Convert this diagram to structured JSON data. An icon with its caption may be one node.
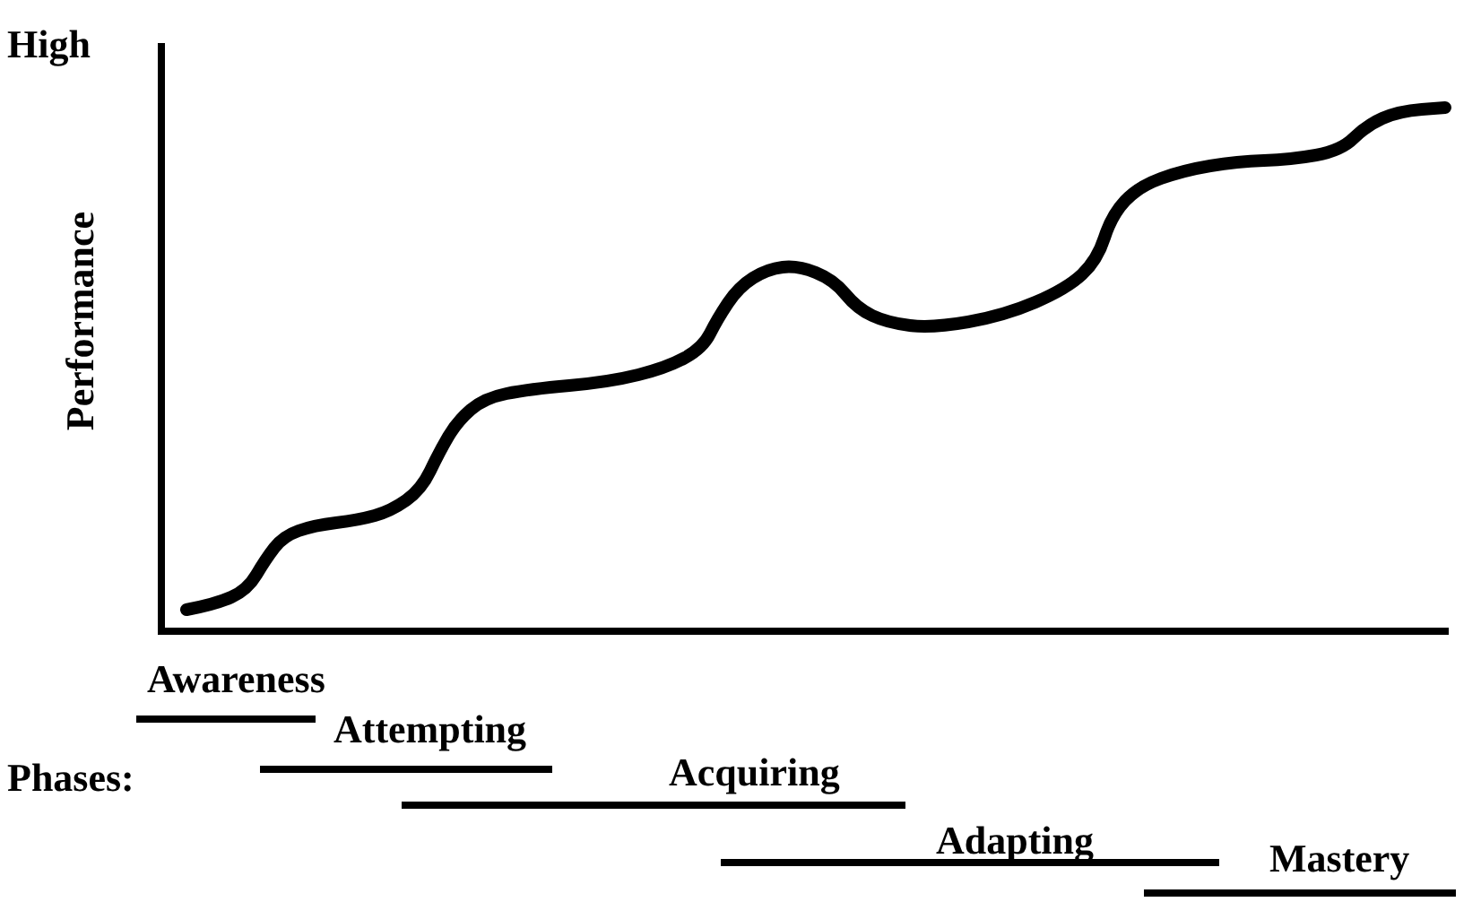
{
  "diagram": {
    "labels": [
      "High",
      "Performance",
      "Phases:",
      "Awareness",
      "Attempting",
      "Acquiring",
      "Adapting",
      "Mastery"
    ]
  }
}
